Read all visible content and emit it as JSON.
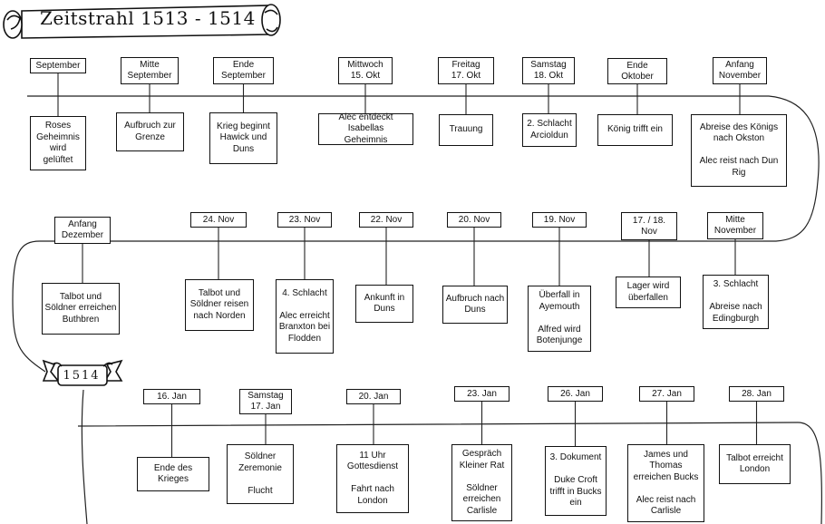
{
  "title": "Zeitstrahl 1513 - 1514",
  "year_marker": "1514",
  "rows": [
    {
      "entries": [
        {
          "date": "September",
          "event": "Roses\nGeheimnis\nwird\ngelüftet"
        },
        {
          "date": "Mitte\nSeptember",
          "event": "Aufbruch zur\nGrenze"
        },
        {
          "date": "Ende\nSeptember",
          "event": "Krieg beginnt\nHawick und\nDuns"
        },
        {
          "date": "Mittwoch\n15. Okt",
          "event": "Alec entdeckt Isabellas\nGeheimnis"
        },
        {
          "date": "Freitag\n17. Okt",
          "event": "Trauung"
        },
        {
          "date": "Samstag\n18. Okt",
          "event": "2. Schlacht\nArcioldun"
        },
        {
          "date": "Ende\nOktober",
          "event": "König trifft ein"
        },
        {
          "date": "Anfang\nNovember",
          "event": "Abreise des Königs\nnach Okston\n\nAlec reist nach Dun Rig"
        }
      ]
    },
    {
      "entries": [
        {
          "date": "Anfang\nDezember",
          "event": "Talbot und\nSöldner erreichen\nButhbren"
        },
        {
          "date": "24. Nov",
          "event": "Talbot und\nSöldner reisen\nnach Norden"
        },
        {
          "date": "23. Nov",
          "event": "4. Schlacht\n\nAlec erreicht\nBranxton bei\nFlodden"
        },
        {
          "date": "22. Nov",
          "event": "Ankunft in\nDuns"
        },
        {
          "date": "20. Nov",
          "event": "Aufbruch nach\nDuns"
        },
        {
          "date": "19. Nov",
          "event": "Überfall in\nAyemouth\n\nAlfred wird\nBotenjunge"
        },
        {
          "date": "17. / 18.\nNov",
          "event": "Lager wird\nüberfallen"
        },
        {
          "date": "Mitte\nNovember",
          "event": "3. Schlacht\n\nAbreise nach\nEdingburgh"
        }
      ]
    },
    {
      "entries": [
        {
          "date": "16. Jan",
          "event": "Ende des Krieges"
        },
        {
          "date": "Samstag\n17. Jan",
          "event": "Söldner\nZeremonie\n\nFlucht"
        },
        {
          "date": "20. Jan",
          "event": "11 Uhr\nGottesdienst\n\nFahrt nach\nLondon"
        },
        {
          "date": "23. Jan",
          "event": "Gespräch\nKleiner Rat\n\nSöldner\nerreichen\nCarlisle"
        },
        {
          "date": "26. Jan",
          "event": "3. Dokument\n\nDuke Croft\ntrifft in Bucks\nein"
        },
        {
          "date": "27. Jan",
          "event": "James und\nThomas\nerreichen Bucks\n\nAlec reist nach\nCarlisle"
        },
        {
          "date": "28. Jan",
          "event": "Talbot erreicht\nLondon"
        }
      ]
    }
  ]
}
